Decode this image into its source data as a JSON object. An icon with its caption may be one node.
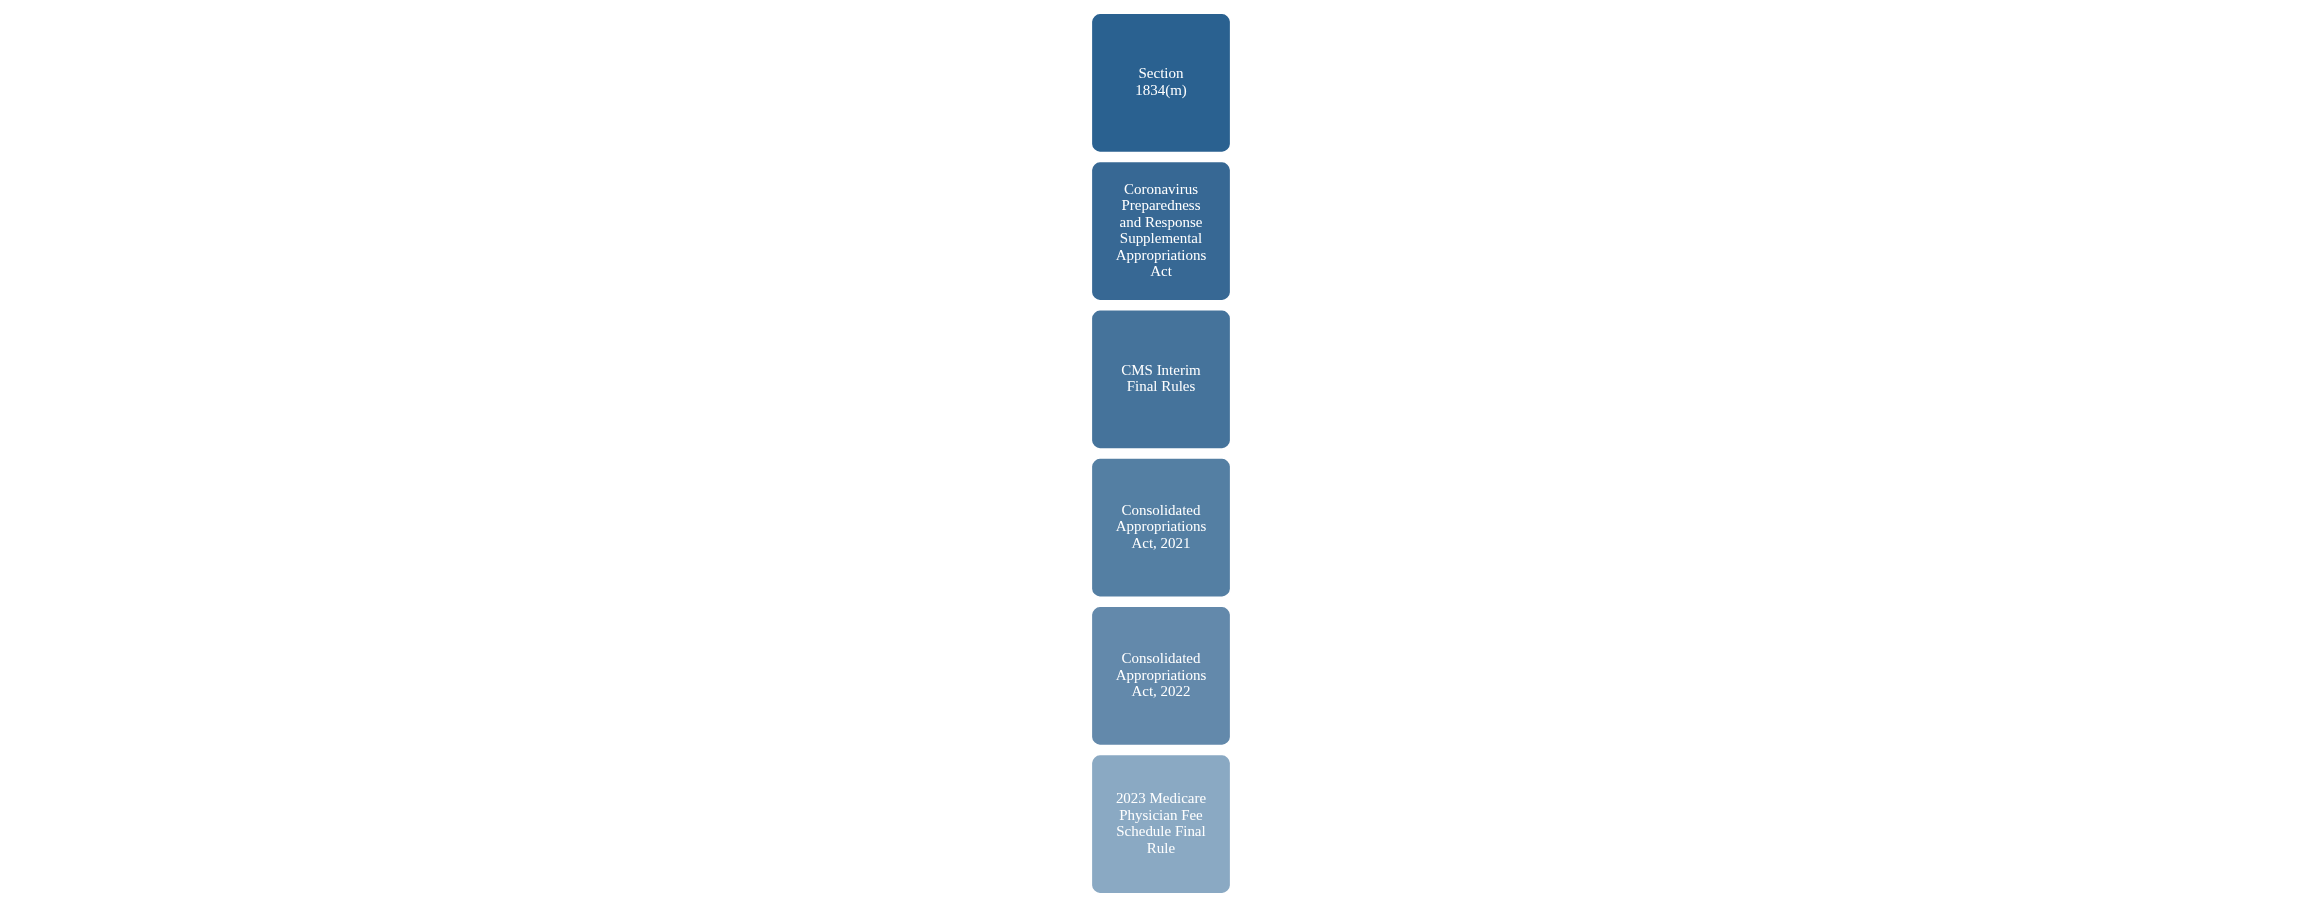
{
  "diagram": {
    "nodes": [
      {
        "text": [
          "Section 1834(m)"
        ]
      },
      {
        "text": [
          "Coronavirus Preparedness and Response Supplemental Appropriations Act"
        ]
      },
      {
        "text": [
          "CMS Interim Final Rules"
        ]
      },
      {
        "text": [
          "Consolidated Appropriations Act, 2021"
        ]
      },
      {
        "text": [
          "Consolidated Appropriations Act, 2022"
        ]
      },
      {
        "text": [
          "2023 Medicare Physician Fee Schedule Final Rule"
        ]
      }
    ]
  }
}
